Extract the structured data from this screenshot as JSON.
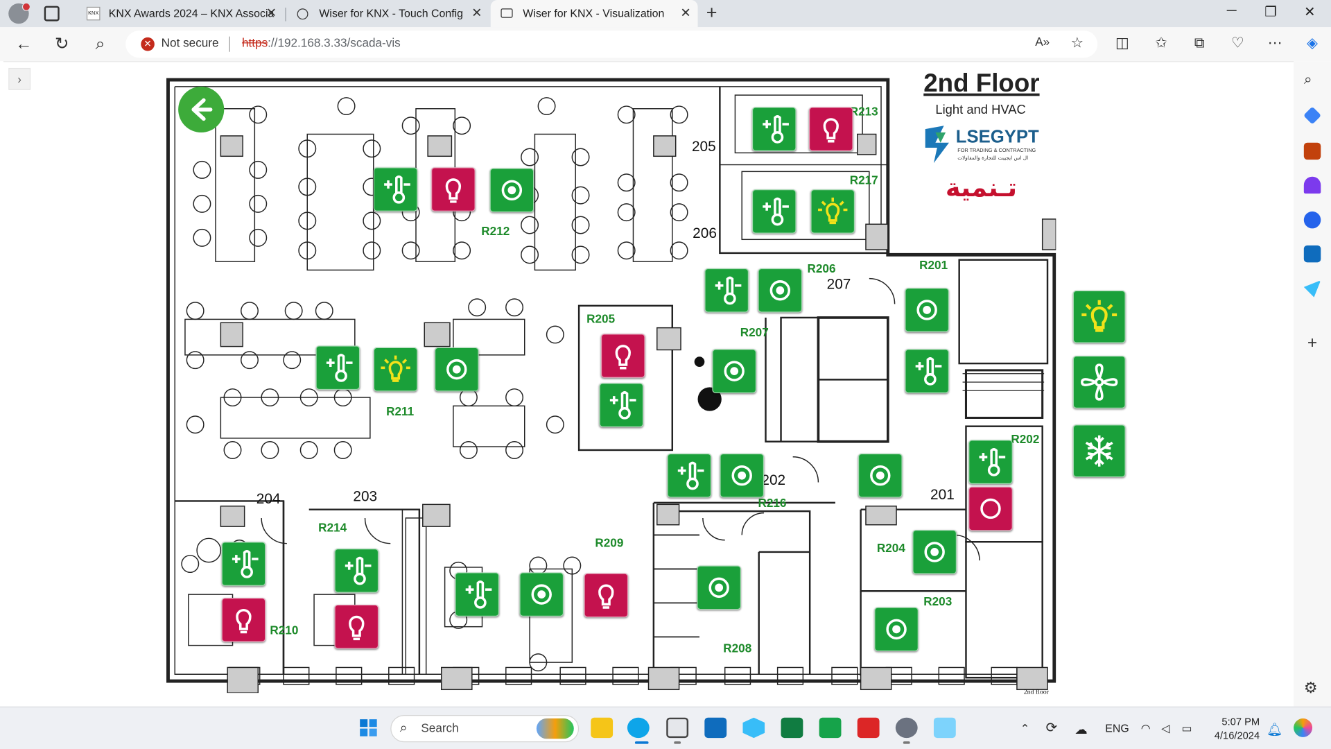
{
  "browser": {
    "tabs": [
      {
        "label": "KNX Awards 2024 – KNX Associa",
        "active": false
      },
      {
        "label": "Wiser for KNX - Touch Config",
        "active": false
      },
      {
        "label": "Wiser for KNX - Visualization",
        "active": true
      }
    ],
    "not_secure_label": "Not secure",
    "url_scheme": "https",
    "url_rest": "://192.168.3.33/scada-vis"
  },
  "page": {
    "title": "2nd Floor",
    "subtitle": "Light and HVAC",
    "logo_text": "LSEGYPT",
    "logo_tagline_en": "FOR TRADING & CONTRACTING",
    "logo_tagline_ar": "ال اس ايجيبت للتجارة والمقاولات",
    "logo2_text": "تـنمية"
  },
  "room_labels": [
    "R213",
    "R217",
    "R212",
    "R206",
    "R201",
    "R207",
    "R205",
    "R211",
    "R202",
    "R216",
    "R214",
    "R209",
    "R204",
    "R210",
    "R203",
    "R208"
  ],
  "room_numbers": [
    "205",
    "206",
    "207",
    "202",
    "201",
    "204",
    "203"
  ],
  "plan_footer": "2nd floor",
  "widgets": {
    "hvac": "thermostat",
    "light_on": "light-bulb-on",
    "light_off": "light-bulb-off",
    "sensor": "sensor",
    "fan": "fan",
    "cooling": "snowflake",
    "power": "power"
  },
  "colors": {
    "widget_green": "#1aa03a",
    "widget_crimson": "#c4124e",
    "room_label": "#1d8a2a",
    "bulb_yellow": "#f2e21a"
  },
  "taskbar": {
    "search_placeholder": "Search",
    "lang": "ENG",
    "time": "5:07 PM",
    "date": "4/16/2024"
  }
}
